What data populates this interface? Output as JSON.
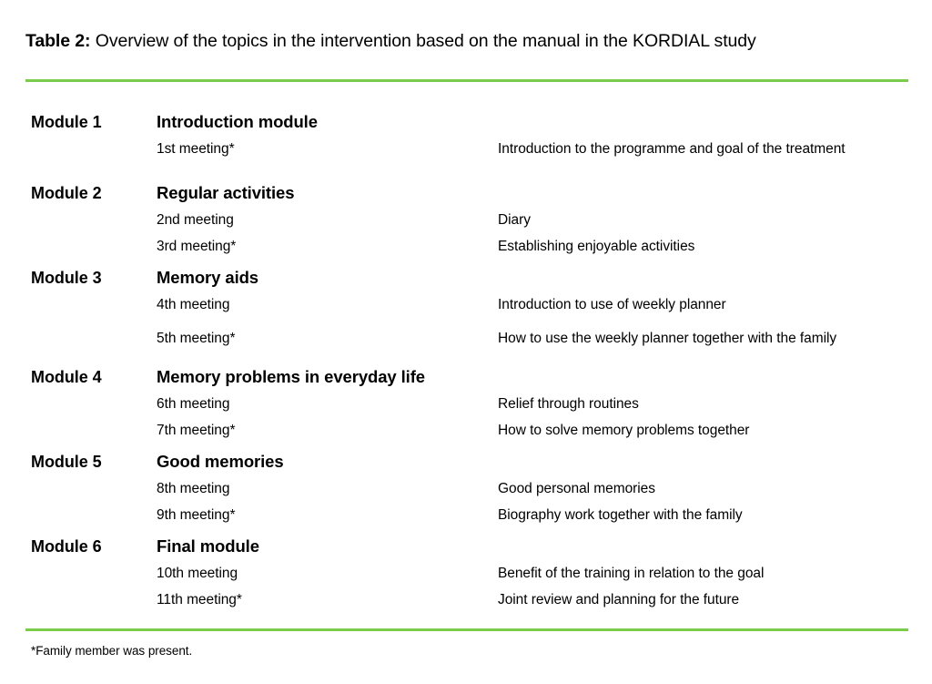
{
  "caption": {
    "label": "Table 2:",
    "text": " Overview of the topics in the intervention based on the manual in the KORDIAL study"
  },
  "style": {
    "rule_color": "#7ACC4A",
    "text_color": "#000000",
    "background": "#ffffff"
  },
  "table": {
    "modules": [
      {
        "id": "Module 1",
        "title": "Introduction module",
        "meetings": [
          {
            "label": "1st meeting*",
            "topic": "Introduction to the programme and goal of the treatment"
          }
        ]
      },
      {
        "id": "Module 2",
        "title": "Regular activities",
        "meetings": [
          {
            "label": "2nd meeting",
            "topic": "Diary"
          },
          {
            "label": "3rd meeting*",
            "topic": "Establishing enjoyable activities"
          }
        ]
      },
      {
        "id": "Module 3",
        "title": "Memory aids",
        "meetings": [
          {
            "label": "4th meeting",
            "topic": "Introduction to use of weekly planner"
          },
          {
            "label": "5th meeting*",
            "topic": "How to use the weekly planner together with the family"
          }
        ]
      },
      {
        "id": "Module 4",
        "title": "Memory problems in everyday life",
        "meetings": [
          {
            "label": "6th meeting",
            "topic": "Relief through routines"
          },
          {
            "label": "7th meeting*",
            "topic": "How to solve memory problems together"
          }
        ]
      },
      {
        "id": "Module 5",
        "title": "Good memories",
        "meetings": [
          {
            "label": "8th meeting",
            "topic": "Good personal memories"
          },
          {
            "label": "9th meeting*",
            "topic": "Biography work together with the family"
          }
        ]
      },
      {
        "id": "Module 6",
        "title": "Final module",
        "meetings": [
          {
            "label": "10th meeting",
            "topic": "Benefit of the training in relation to the goal"
          },
          {
            "label": "11th meeting*",
            "topic": "Joint review and planning for the future"
          }
        ]
      }
    ]
  },
  "footnote": "*Family member was present."
}
